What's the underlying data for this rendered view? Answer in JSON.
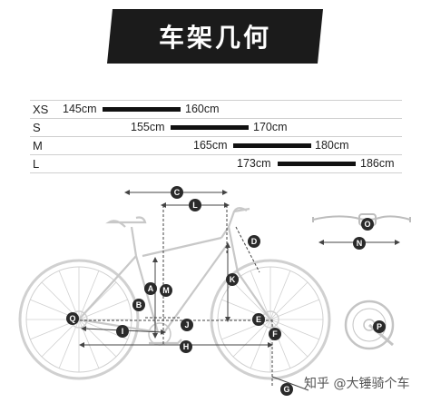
{
  "title": "车架几何",
  "sizes": [
    {
      "label": "XS",
      "min": "145cm",
      "max": "160cm"
    },
    {
      "label": "S",
      "min": "155cm",
      "max": "170cm"
    },
    {
      "label": "M",
      "min": "165cm",
      "max": "180cm"
    },
    {
      "label": "L",
      "min": "173cm",
      "max": "186cm"
    }
  ],
  "markers": [
    "A",
    "B",
    "C",
    "D",
    "E",
    "F",
    "G",
    "H",
    "I",
    "J",
    "K",
    "L",
    "M",
    "N",
    "O",
    "P",
    "Q"
  ],
  "watermark": "知乎 @大锤骑个车",
  "colors": {
    "banner": "#1b1b1b",
    "bar": "#111111",
    "marker": "#2a2a2a",
    "frame": "#cfcfcf"
  }
}
